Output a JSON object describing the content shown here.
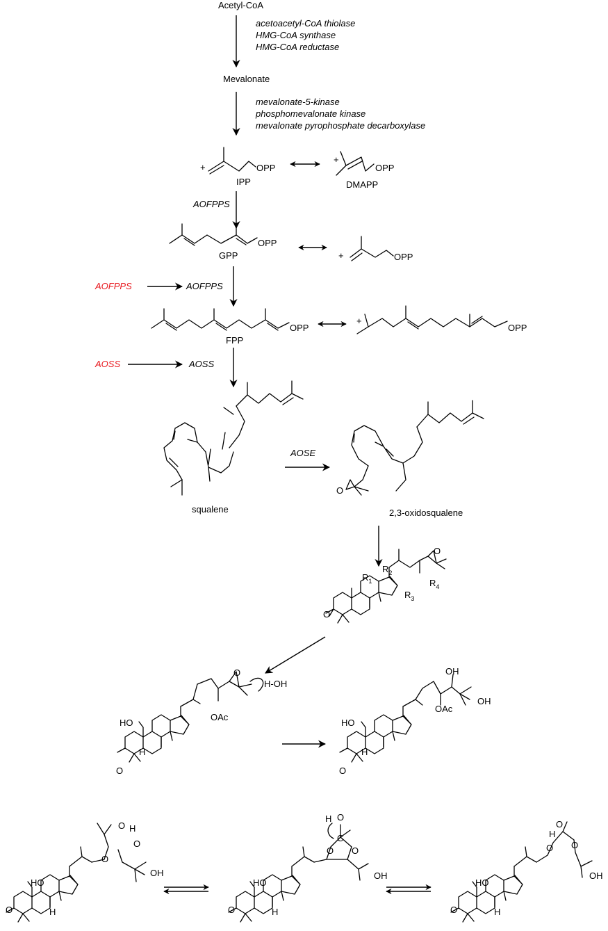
{
  "compounds": {
    "acetyl_coa": "Acetyl-CoA",
    "mevalonate": "Mevalonate",
    "ipp": "IPP",
    "dmapp": "DMAPP",
    "gpp": "GPP",
    "fpp": "FPP",
    "squalene": "squalene",
    "oxidosqualene": "2,3-oxidosqualene"
  },
  "enzymes": {
    "step1": [
      "acetoacetyl-CoA thiolase",
      "HMG-CoA synthase",
      "HMG-CoA reductase"
    ],
    "step2": [
      "mevalonate-5-kinase",
      "phosphomevalonate kinase",
      "mevalonate pyrophosphate decarboxylase"
    ],
    "aofpps": "AOFPPS",
    "aoss": "AOSS",
    "aose": "AOSE"
  },
  "highlight_color": "#e8191f",
  "atoms": {
    "opp": "OPP",
    "plus": "+",
    "o": "O",
    "ho": "HO",
    "oh": "OH",
    "h": "H",
    "oac": "OAc",
    "h_oh": "H-OH",
    "c": "C",
    "r": "R",
    "r1": "1",
    "r2": "2",
    "r3": "3",
    "r4": "4"
  }
}
